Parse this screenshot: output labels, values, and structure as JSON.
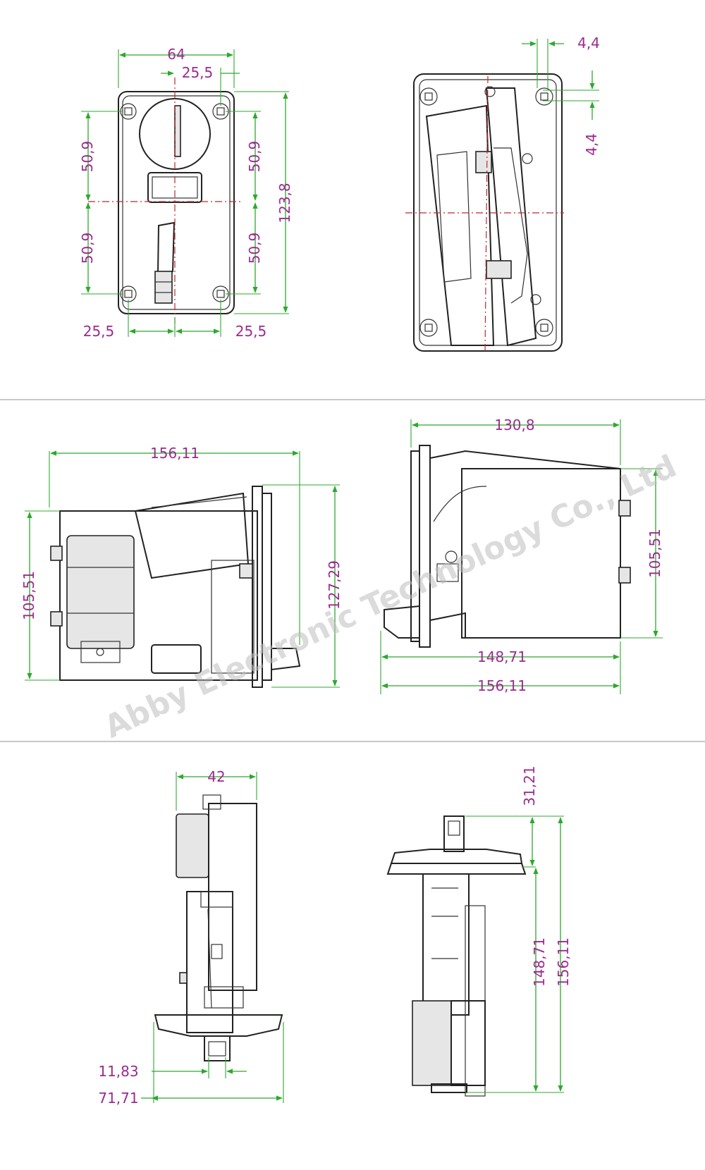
{
  "watermark": "Abby Electronic Technology Co., Ltd",
  "views": {
    "front": {
      "dim_width": "64",
      "dim_center_offset": "25,5",
      "dim_left_upper": "50,9",
      "dim_right_upper": "50,9",
      "dim_left_lower": "50,9",
      "dim_right_lower": "50,9",
      "dim_height": "123,8",
      "dim_bottom_left": "25,5",
      "dim_bottom_right": "25,5"
    },
    "back": {
      "dim_top": "4,4",
      "dim_side": "4,4"
    },
    "side_left": {
      "dim_length": "156,11",
      "dim_body_height": "105,51",
      "dim_plate_height": "127,29"
    },
    "side_right": {
      "dim_top": "130,8",
      "dim_body_height": "105,51",
      "dim_body_length": "148,71",
      "dim_total_length": "156,11"
    },
    "top": {
      "dim_width": "42",
      "dim_slot": "11,83",
      "dim_plate": "71,71"
    },
    "bottom": {
      "dim_top": "31,21",
      "dim_body": "148,71",
      "dim_total": "156,11"
    }
  }
}
